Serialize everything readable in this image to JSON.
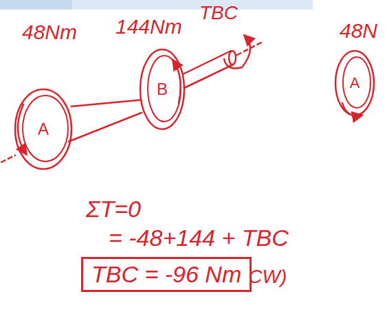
{
  "diagram": {
    "nodes": [
      {
        "text": [
          "A"
        ]
      },
      {
        "text": [
          "B"
        ]
      },
      {
        "text": [
          "A"
        ]
      },
      {
        "text": [
          "TBC = -96 Nm"
        ]
      }
    ],
    "edges": [
      {
        "from": 0,
        "to": 1,
        "arrow": "none"
      }
    ],
    "labels": [
      "48Nm",
      "144Nm",
      "TBC",
      "48N",
      "ΣT=0",
      "= -48+144 + TBC",
      "(CW)"
    ]
  }
}
